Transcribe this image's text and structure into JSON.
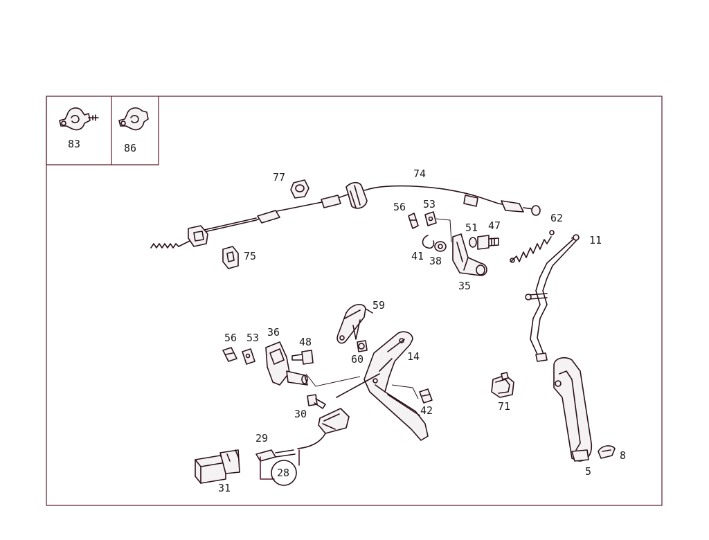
{
  "callouts": {
    "c83": "83",
    "c86": "86",
    "c77": "77",
    "c74": "74",
    "c56a": "56",
    "c53a": "53",
    "c62": "62",
    "c51": "51",
    "c47": "47",
    "c11": "11",
    "c75": "75",
    "c41": "41",
    "c38": "38",
    "c35": "35",
    "c59": "59",
    "c56b": "56",
    "c53b": "53",
    "c36": "36",
    "c48": "48",
    "c60": "60",
    "c14": "14",
    "c42": "42",
    "c71": "71",
    "c30": "30",
    "c29": "29",
    "c28": "28",
    "c31": "31",
    "c8": "8",
    "c5": "5"
  },
  "colors": {
    "frame": "#5a1a2a",
    "ink": "#2a1018",
    "label": "#1a1a1a"
  }
}
